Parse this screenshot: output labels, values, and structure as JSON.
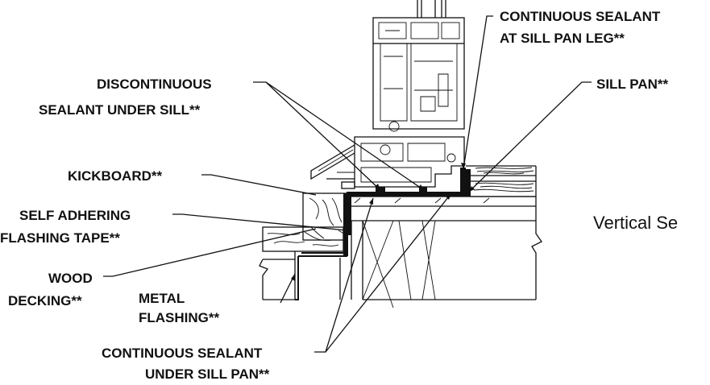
{
  "labels": {
    "cont_sealant_leg_1": "CONTINUOUS SEALANT",
    "cont_sealant_leg_2": "AT SILL PAN LEG**",
    "discont_sealant_1": "DISCONTINUOUS",
    "discont_sealant_2": "SEALANT UNDER SILL**",
    "sill_pan": "SILL PAN**",
    "kickboard": "KICKBOARD**",
    "flashing_tape_1": "SELF ADHERING",
    "flashing_tape_2": "FLASHING TAPE**",
    "wood_decking_1": "WOOD",
    "wood_decking_2": "DECKING**",
    "metal_flashing_1": "METAL",
    "metal_flashing_2": "FLASHING**",
    "cont_sealant_under_1": "CONTINUOUS SEALANT",
    "cont_sealant_under_2": "UNDER SILL PAN**",
    "section_title": "Vertical Se"
  },
  "colors": {
    "line": "#111111",
    "background": "#ffffff"
  }
}
